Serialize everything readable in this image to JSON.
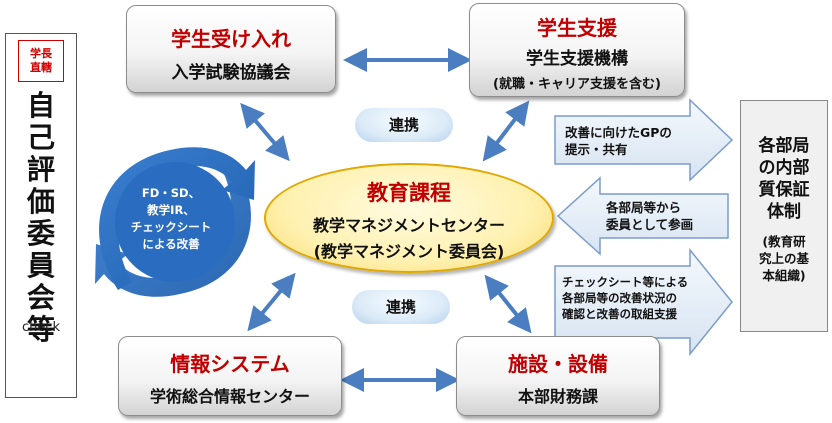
{
  "president_stamp": [
    "学長",
    "直轄"
  ],
  "self_eval": {
    "chars": [
      "自",
      "己",
      "評",
      "価",
      "委",
      "員",
      "会",
      "等"
    ],
    "check_label": "check"
  },
  "top_left": {
    "title": "学生受け入れ",
    "subtitle": "入学試験協議会"
  },
  "top_right": {
    "title": "学生支援",
    "subtitle": "学生支援機構",
    "note": "(就職・キャリア支援を含む)"
  },
  "bottom_left": {
    "title": "情報システム",
    "subtitle": "学術総合情報センター"
  },
  "bottom_right": {
    "title": "施設・設備",
    "subtitle": "本部財務課"
  },
  "center": {
    "title": "教育課程",
    "line1": "教学マネジメントセンター",
    "line2": "(教学マネジメント委員会)"
  },
  "link_label_top": "連携",
  "link_label_bottom": "連携",
  "cycle_lines": [
    "FD・SD、",
    "教学IR、",
    "チェックシート",
    "による改善"
  ],
  "arrow_right_1": [
    "改善に向けたGPの",
    "提示・共有"
  ],
  "arrow_left": [
    "各部局等から",
    "委員として参画"
  ],
  "arrow_right_2": [
    "チェックシート等による",
    "各部局等の改善状況の",
    "確認と改善の取組支援"
  ],
  "internal_qa": {
    "lines": [
      "各部局",
      "の内部",
      "質保証",
      "体制"
    ],
    "note_lines": [
      "(教育研",
      "究上の基",
      "本組織)"
    ]
  },
  "colors": {
    "accent_red": "#c00000",
    "link_blue": "#4a7ec0",
    "cycle_blue": "#2e6fc0"
  }
}
